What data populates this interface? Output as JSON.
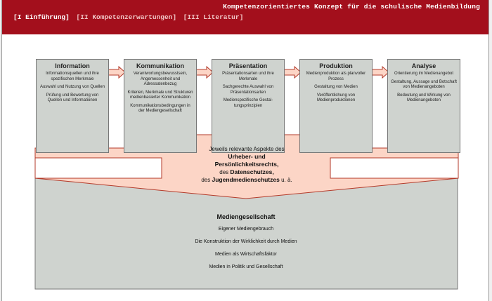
{
  "header": {
    "title": "Kompetenzorientiertes Konzept für die schulische Medienbildung",
    "nav": [
      {
        "label": "[I Einführung]",
        "active": true
      },
      {
        "label": "[II Kompetenzerwartungen]",
        "active": false
      },
      {
        "label": "[III Literatur]",
        "active": false
      }
    ]
  },
  "boxes": [
    {
      "title": "Information",
      "items": [
        "Informationsquellen und ihre spezifischen Merkmale",
        "Auswahl und Nutzung von Quellen",
        "Prüfung und Bewertung von Quellen und Informationen"
      ]
    },
    {
      "title": "Kommunikation",
      "items": [
        "Verantwortungsbewusst­sein, Angemessenheit und Adressatenbezug",
        "Kriterien, Merkmale und Strukturen medienbasier­ter Kommunikation",
        "Kommunikationsbedin­gungen in der Mediengesellschaft"
      ]
    },
    {
      "title": "Präsentation",
      "items": [
        "Präsentationsarten und ihre Merkmale",
        "Sachgerechte Auswahl von Präsentationsarten",
        "Medienspezifische Gestal­tungsprinzipien"
      ]
    },
    {
      "title": "Produktion",
      "items": [
        "Medienproduktion als planvoller Prozess",
        "Gestaltung von Medien",
        "Veröffentlichung von Medienproduktionen"
      ]
    },
    {
      "title": "Analyse",
      "items": [
        "Orientierung im Medienangebot",
        "Gestaltung, Aussage und Botschaft von Medienangeboten",
        "Bedeutung und Wirkung von Medienangeboten"
      ]
    }
  ],
  "center": {
    "line1": "Jeweils relevante Aspekte des",
    "line2": "Urheber- und",
    "line3": "Persönlichkeitsrechts,",
    "line4_pre": "des ",
    "line4_bold": "Datenschutzes,",
    "line5_pre": "des ",
    "line5_bold": "Jugendmedienschutzes",
    "line5_post": " u. ä."
  },
  "bottom": {
    "title": "Mediengesellschaft",
    "items": [
      "Eigener Mediengebrauch",
      "Die Konstruktion der Wirklichkeit durch Medien",
      "Medien als Wirtschaftsfaktor",
      "Medien in Politik und Gesellschaft"
    ]
  },
  "colors": {
    "header": "#a30f1c",
    "box": "#cfd3cf",
    "arrow": "#fcd5c6",
    "arrow_border": "#b33a2a"
  }
}
